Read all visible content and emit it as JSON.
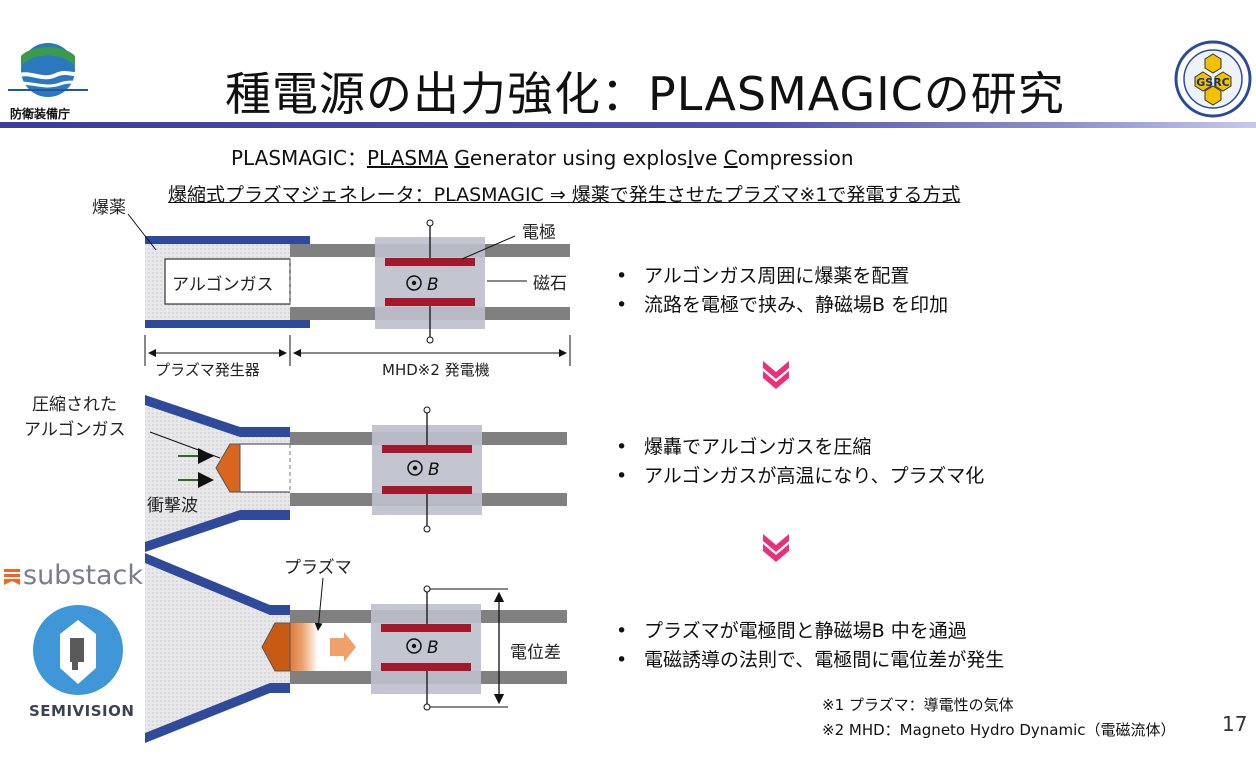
{
  "header": {
    "title": "種電源の出力強化：PLASMAGICの研究",
    "agency": "防衛装備庁",
    "emblem_text": "GSRC"
  },
  "subtitle_1": {
    "prefix": "PLASMAGIC：",
    "w1_underlined": "PLASMA",
    "w2_underlined": "G",
    "w2_rest": "enerator using explos",
    "w3_underlined": "I",
    "w3_rest": "ve ",
    "w4_underlined": "C",
    "w4_rest": "ompression"
  },
  "subtitle_2": "爆縮式プラズマジェネレータ：PLASMAGIC ⇒ 爆薬で発生させたプラズマ※1で発電する方式",
  "diagram": {
    "label_explosive": "爆薬",
    "label_argon": "アルゴンガス",
    "label_electrode": "電極",
    "label_magnet": "磁石",
    "label_b": "B",
    "label_generator": "プラズマ発生器",
    "label_mhd": "MHD※2 発電機",
    "label_compressed_1": "圧縮された",
    "label_compressed_2": "アルゴンガス",
    "label_shockwave": "衝撃波",
    "label_plasma": "プラズマ",
    "label_potential": "電位差"
  },
  "steps": [
    {
      "bullets": [
        "アルゴンガス周囲に爆薬を配置",
        "流路を電極で挟み、静磁場B を印加"
      ]
    },
    {
      "bullets": [
        "爆轟でアルゴンガスを圧縮",
        "アルゴンガスが高温になり、プラズマ化"
      ]
    },
    {
      "bullets": [
        "プラズマが電極間と静磁場B 中を通過",
        "電磁誘導の法則で、電極間に電位差が発生"
      ]
    }
  ],
  "footnotes": [
    "※1 プラズマ：導電性の気体",
    "※2 MHD：Magneto Hydro Dynamic（電磁流体）"
  ],
  "page_number": "17",
  "watermarks": {
    "substack": "substack",
    "semivision": "SEMIVISION"
  },
  "colors": {
    "title_rule": "#3a3f9c",
    "liner_blue": "#2f4a9b",
    "pipe_gray": "#7f7f7f",
    "electrode_red": "#a3182c",
    "magnet_box": "#bcc0cb",
    "chevron_pink": "#e8317a",
    "plasma_orange": "#d9661e"
  }
}
